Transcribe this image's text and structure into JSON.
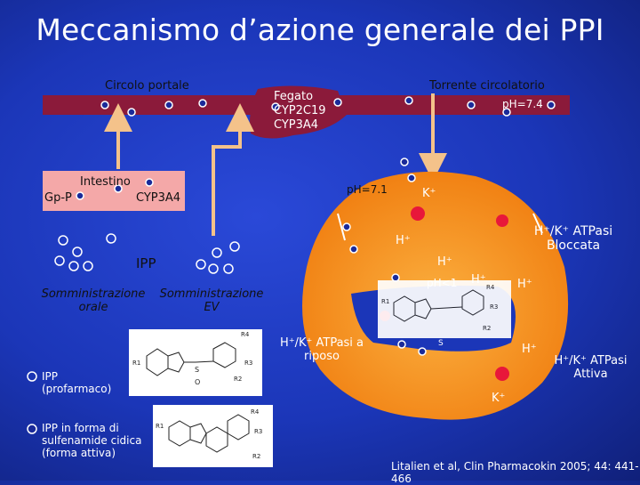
{
  "title": "Meccanismo d’azione generale dei PPI",
  "labels": {
    "portal": "Circolo portale",
    "systemic": "Torrente circolatorio",
    "liver_name": "Fegato",
    "liver_cyp1": "CYP2C19",
    "liver_cyp2": "CYP3A4",
    "blood_ph": "pH=7.4",
    "intestine": "Intestino",
    "gpp": "Gp-P",
    "intestine_cyp": "CYP3A4",
    "cell_ph": "pH=7.1",
    "ipp": "IPP",
    "admin_oral": "Somministrazione orale",
    "admin_ev": "Somministrazione EV",
    "k_top": "K⁺",
    "h1": "H⁺",
    "h2": "H⁺",
    "h3": "H⁺",
    "h4": "H⁺",
    "h5": "H⁺",
    "canal_ph": "pH<1",
    "atpase_blocked": "H⁺/K⁺ ATPasi Bloccata",
    "atpase_rest": "H⁺/K⁺ ATPasi a riposo",
    "atpase_active": "H⁺/K⁺ ATPasi Attiva",
    "k_bottom": "K⁺",
    "s_label": "S"
  },
  "legend": {
    "prodrug": "IPP (profarmaco)",
    "active": "IPP in forma di sulfenamide cidica (forma attiva)"
  },
  "citation": "Litalien et al, Clin Pharmacokin 2005; 44: 441-466",
  "colors": {
    "background": "#1b36b8",
    "vessel": "#8b1a3a",
    "intestine": "#f4a8a8",
    "cell": "#f7941d",
    "molecule_dark": "#1a2a99"
  }
}
